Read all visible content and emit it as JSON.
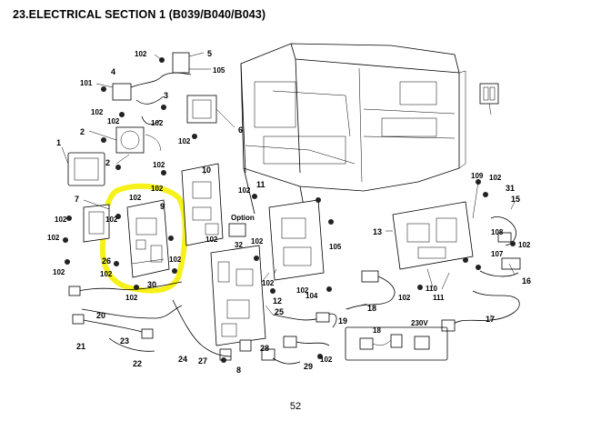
{
  "header": {
    "title": "23.ELECTRICAL SECTION 1 (B039/B040/B043)"
  },
  "footer": {
    "page_number": "52"
  },
  "diagram": {
    "highlight_color": "#f4f000",
    "callouts": [
      "102",
      "5",
      "105",
      "101",
      "4",
      "102",
      "102",
      "3",
      "102",
      "6",
      "102",
      "2",
      "1",
      "102",
      "2",
      "102",
      "10",
      "109",
      "102",
      "31",
      "15",
      "11",
      "102",
      "102",
      "7",
      "102",
      "9",
      "102",
      "Option",
      "13",
      "108",
      "102",
      "32",
      "102",
      "102",
      "105",
      "102",
      "107",
      "26",
      "102",
      "102",
      "30",
      "102",
      "16",
      "102",
      "111",
      "110",
      "102",
      "12",
      "104",
      "102",
      "18",
      "102",
      "25",
      "17",
      "20",
      "19",
      "18",
      "230V",
      "21",
      "23",
      "24",
      "102",
      "28",
      "22",
      "27",
      "8",
      "29"
    ],
    "option_label": "Option",
    "voltage_label": "230V"
  }
}
